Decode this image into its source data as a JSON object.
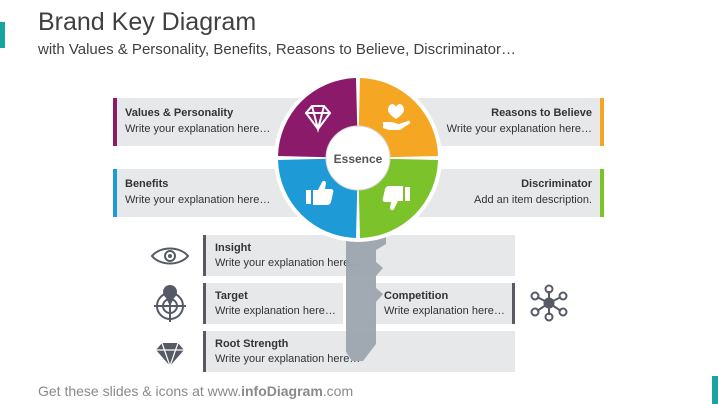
{
  "header": {
    "title": "Brand Key Diagram",
    "subtitle": "with Values & Personality, Benefits, Reasons to Believe, Discriminator…"
  },
  "essence": {
    "label": "Essence"
  },
  "quadrants": {
    "values": {
      "title": "Values & Personality",
      "text": "Write your explanation here…",
      "color": "#8b1a6b",
      "icon": "diamond-icon"
    },
    "reasons": {
      "title": "Reasons to Believe",
      "text": "Write your explanation here…",
      "color": "#f5a623",
      "icon": "heart-in-hand-icon"
    },
    "benefits": {
      "title": "Benefits",
      "text": "Write your explanation here…",
      "color": "#1e9ad6",
      "icon": "thumbs-up-icon"
    },
    "discriminator": {
      "title": "Discriminator",
      "text": "Add an item description.",
      "color": "#7cc22b",
      "icon": "thumbs-down-icon"
    }
  },
  "lower_items": [
    {
      "title": "Insight",
      "text": "Write your explanation here…",
      "icon": "eye-icon"
    },
    {
      "title": "Target",
      "text": "Write explanation here…",
      "icon": "target-person-icon"
    },
    {
      "title": "Root Strength",
      "text": "Write your explanation here…",
      "icon": "diamond-icon"
    },
    {
      "title": "Competition",
      "text": "Write explanation here…",
      "icon": "network-icon"
    }
  ],
  "footer": {
    "prefix": "Get these slides & icons at www.",
    "brand": "infoDiagram",
    "suffix": ".com"
  }
}
